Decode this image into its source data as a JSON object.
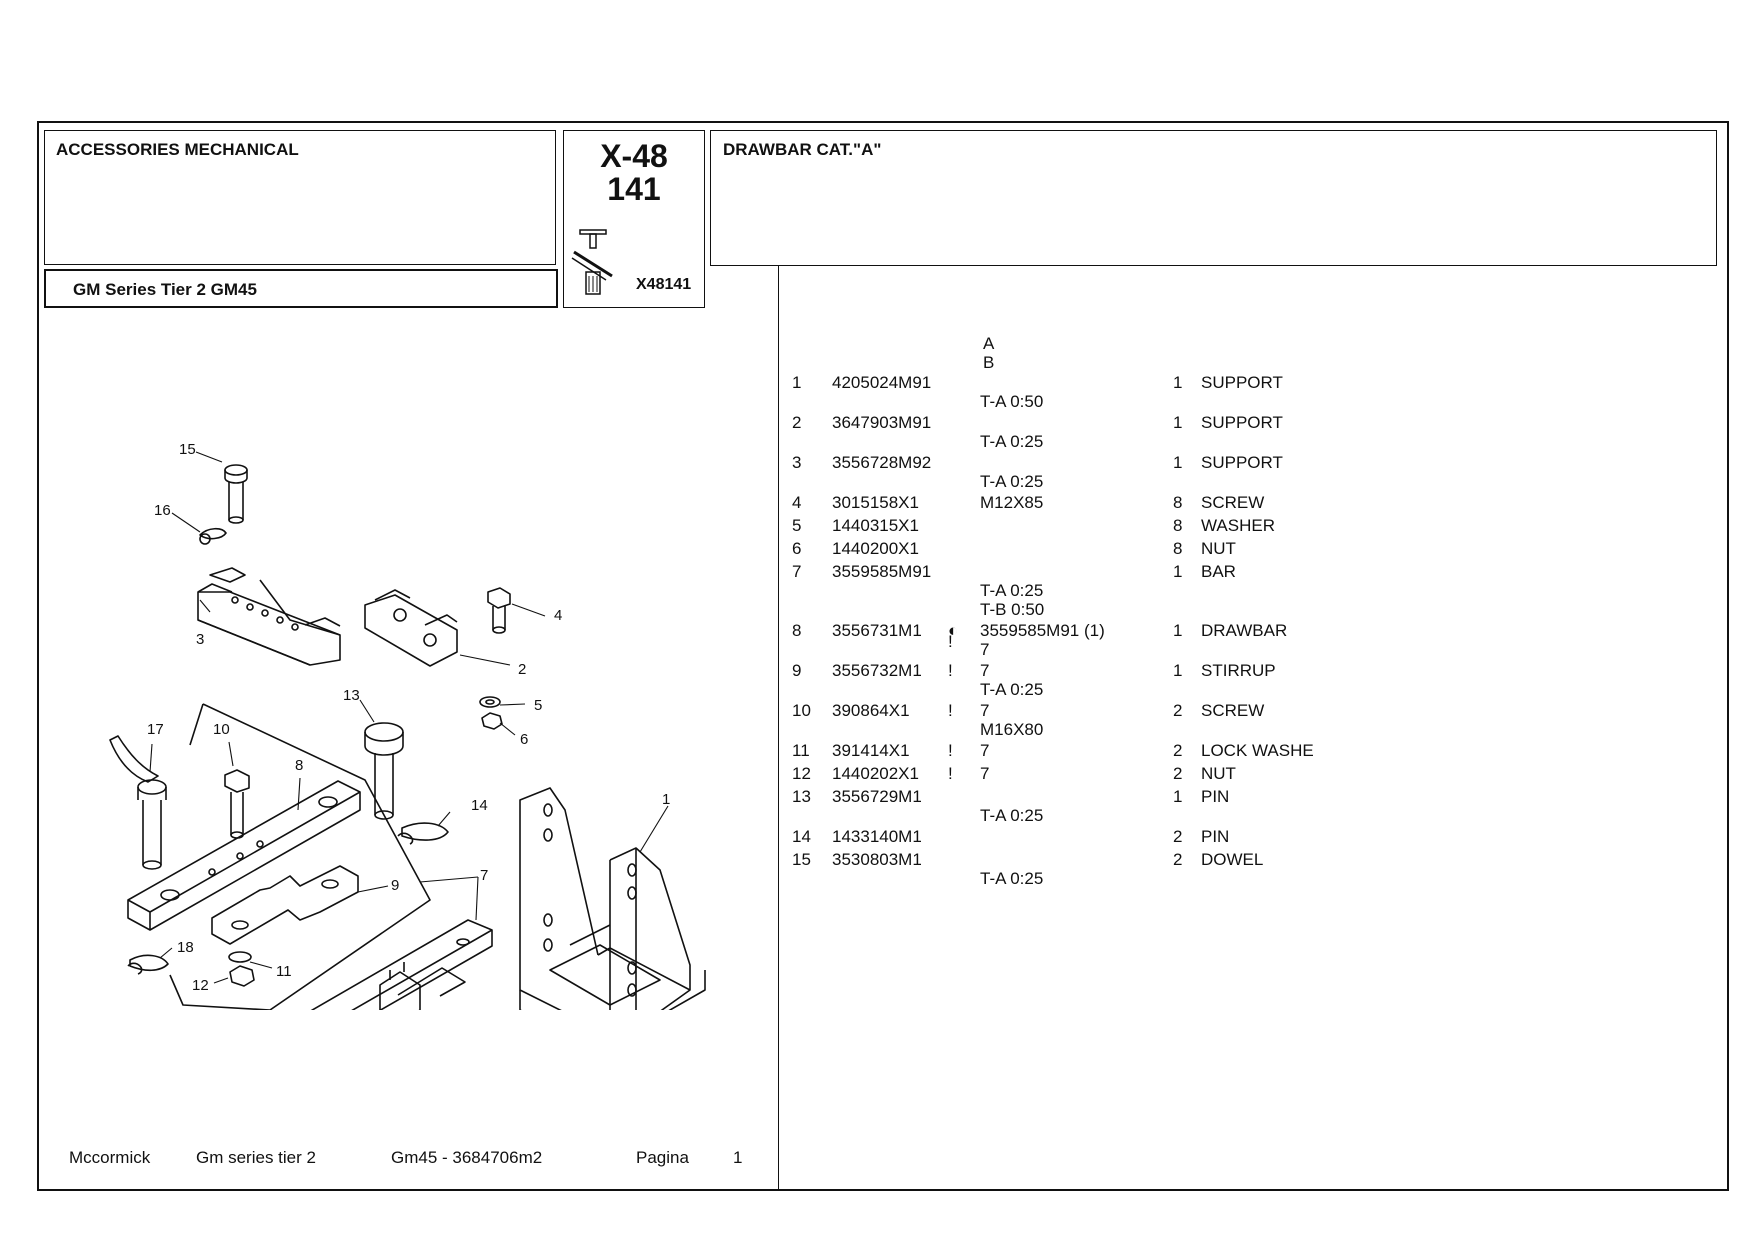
{
  "header": {
    "category": "ACCESSORIES MECHANICAL",
    "model": "GM Series Tier 2  GM45",
    "section_code": "X-48",
    "section_num": "141",
    "image_ref": "X48141",
    "group_title": "DRAWBAR  CAT.\"A\""
  },
  "column_codes": [
    "A",
    "B"
  ],
  "parts": [
    {
      "pos": "1",
      "part": "4205024M91",
      "mark": "",
      "spec": "",
      "qty": "1",
      "desc": "SUPPORT",
      "notes": [
        "T-A 0:50"
      ]
    },
    {
      "pos": "2",
      "part": "3647903M91",
      "mark": "",
      "spec": "",
      "qty": "1",
      "desc": "SUPPORT",
      "notes": [
        "T-A 0:25"
      ]
    },
    {
      "pos": "3",
      "part": "3556728M92",
      "mark": "",
      "spec": "",
      "qty": "1",
      "desc": "SUPPORT",
      "notes": [
        "T-A 0:25"
      ]
    },
    {
      "pos": "4",
      "part": "3015158X1",
      "mark": "",
      "spec": "M12X85",
      "qty": "8",
      "desc": "SCREW",
      "notes": []
    },
    {
      "pos": "5",
      "part": "1440315X1",
      "mark": "",
      "spec": "",
      "qty": "8",
      "desc": "WASHER",
      "notes": []
    },
    {
      "pos": "6",
      "part": "1440200X1",
      "mark": "",
      "spec": "",
      "qty": "8",
      "desc": "NUT",
      "notes": []
    },
    {
      "pos": "7",
      "part": "3559585M91",
      "mark": "",
      "spec": "",
      "qty": "1",
      "desc": "BAR",
      "notes": [
        "T-A 0:25",
        "T-B 0:50"
      ]
    },
    {
      "pos": "8",
      "part": "3556731M1",
      "mark": "◐",
      "spec": "3559585M91  (1)",
      "qty": "1",
      "desc": "DRAWBAR",
      "notes": [
        "7"
      ],
      "note_mark": "!"
    },
    {
      "pos": "9",
      "part": "3556732M1",
      "mark": "!",
      "spec": "7",
      "qty": "1",
      "desc": "STIRRUP",
      "notes": [
        "T-A 0:25"
      ]
    },
    {
      "pos": "10",
      "part": "390864X1",
      "mark": "!",
      "spec": "7",
      "qty": "2",
      "desc": "SCREW",
      "notes": [
        "M16X80"
      ]
    },
    {
      "pos": "11",
      "part": "391414X1",
      "mark": "!",
      "spec": "7",
      "qty": "2",
      "desc": "LOCK WASHE",
      "notes": []
    },
    {
      "pos": "12",
      "part": "1440202X1",
      "mark": "!",
      "spec": "7",
      "qty": "2",
      "desc": "NUT",
      "notes": []
    },
    {
      "pos": "13",
      "part": "3556729M1",
      "mark": "",
      "spec": "",
      "qty": "1",
      "desc": "PIN",
      "notes": [
        "T-A 0:25"
      ]
    },
    {
      "pos": "14",
      "part": "1433140M1",
      "mark": "",
      "spec": "",
      "qty": "2",
      "desc": "PIN",
      "notes": []
    },
    {
      "pos": "15",
      "part": "3530803M1",
      "mark": "",
      "spec": "",
      "qty": "2",
      "desc": "DOWEL",
      "notes": [
        "T-A 0:25"
      ]
    }
  ],
  "diagram": {
    "callouts": [
      "15",
      "16",
      "4",
      "3",
      "2",
      "13",
      "5",
      "6",
      "17",
      "10",
      "8",
      "14",
      "1",
      "7",
      "9",
      "18",
      "11",
      "12"
    ]
  },
  "footer": {
    "brand": "Mccormick",
    "series": "Gm series tier 2",
    "model_code": "Gm45 - 3684706m2",
    "page_label": "Pagina",
    "page_num": "1"
  }
}
